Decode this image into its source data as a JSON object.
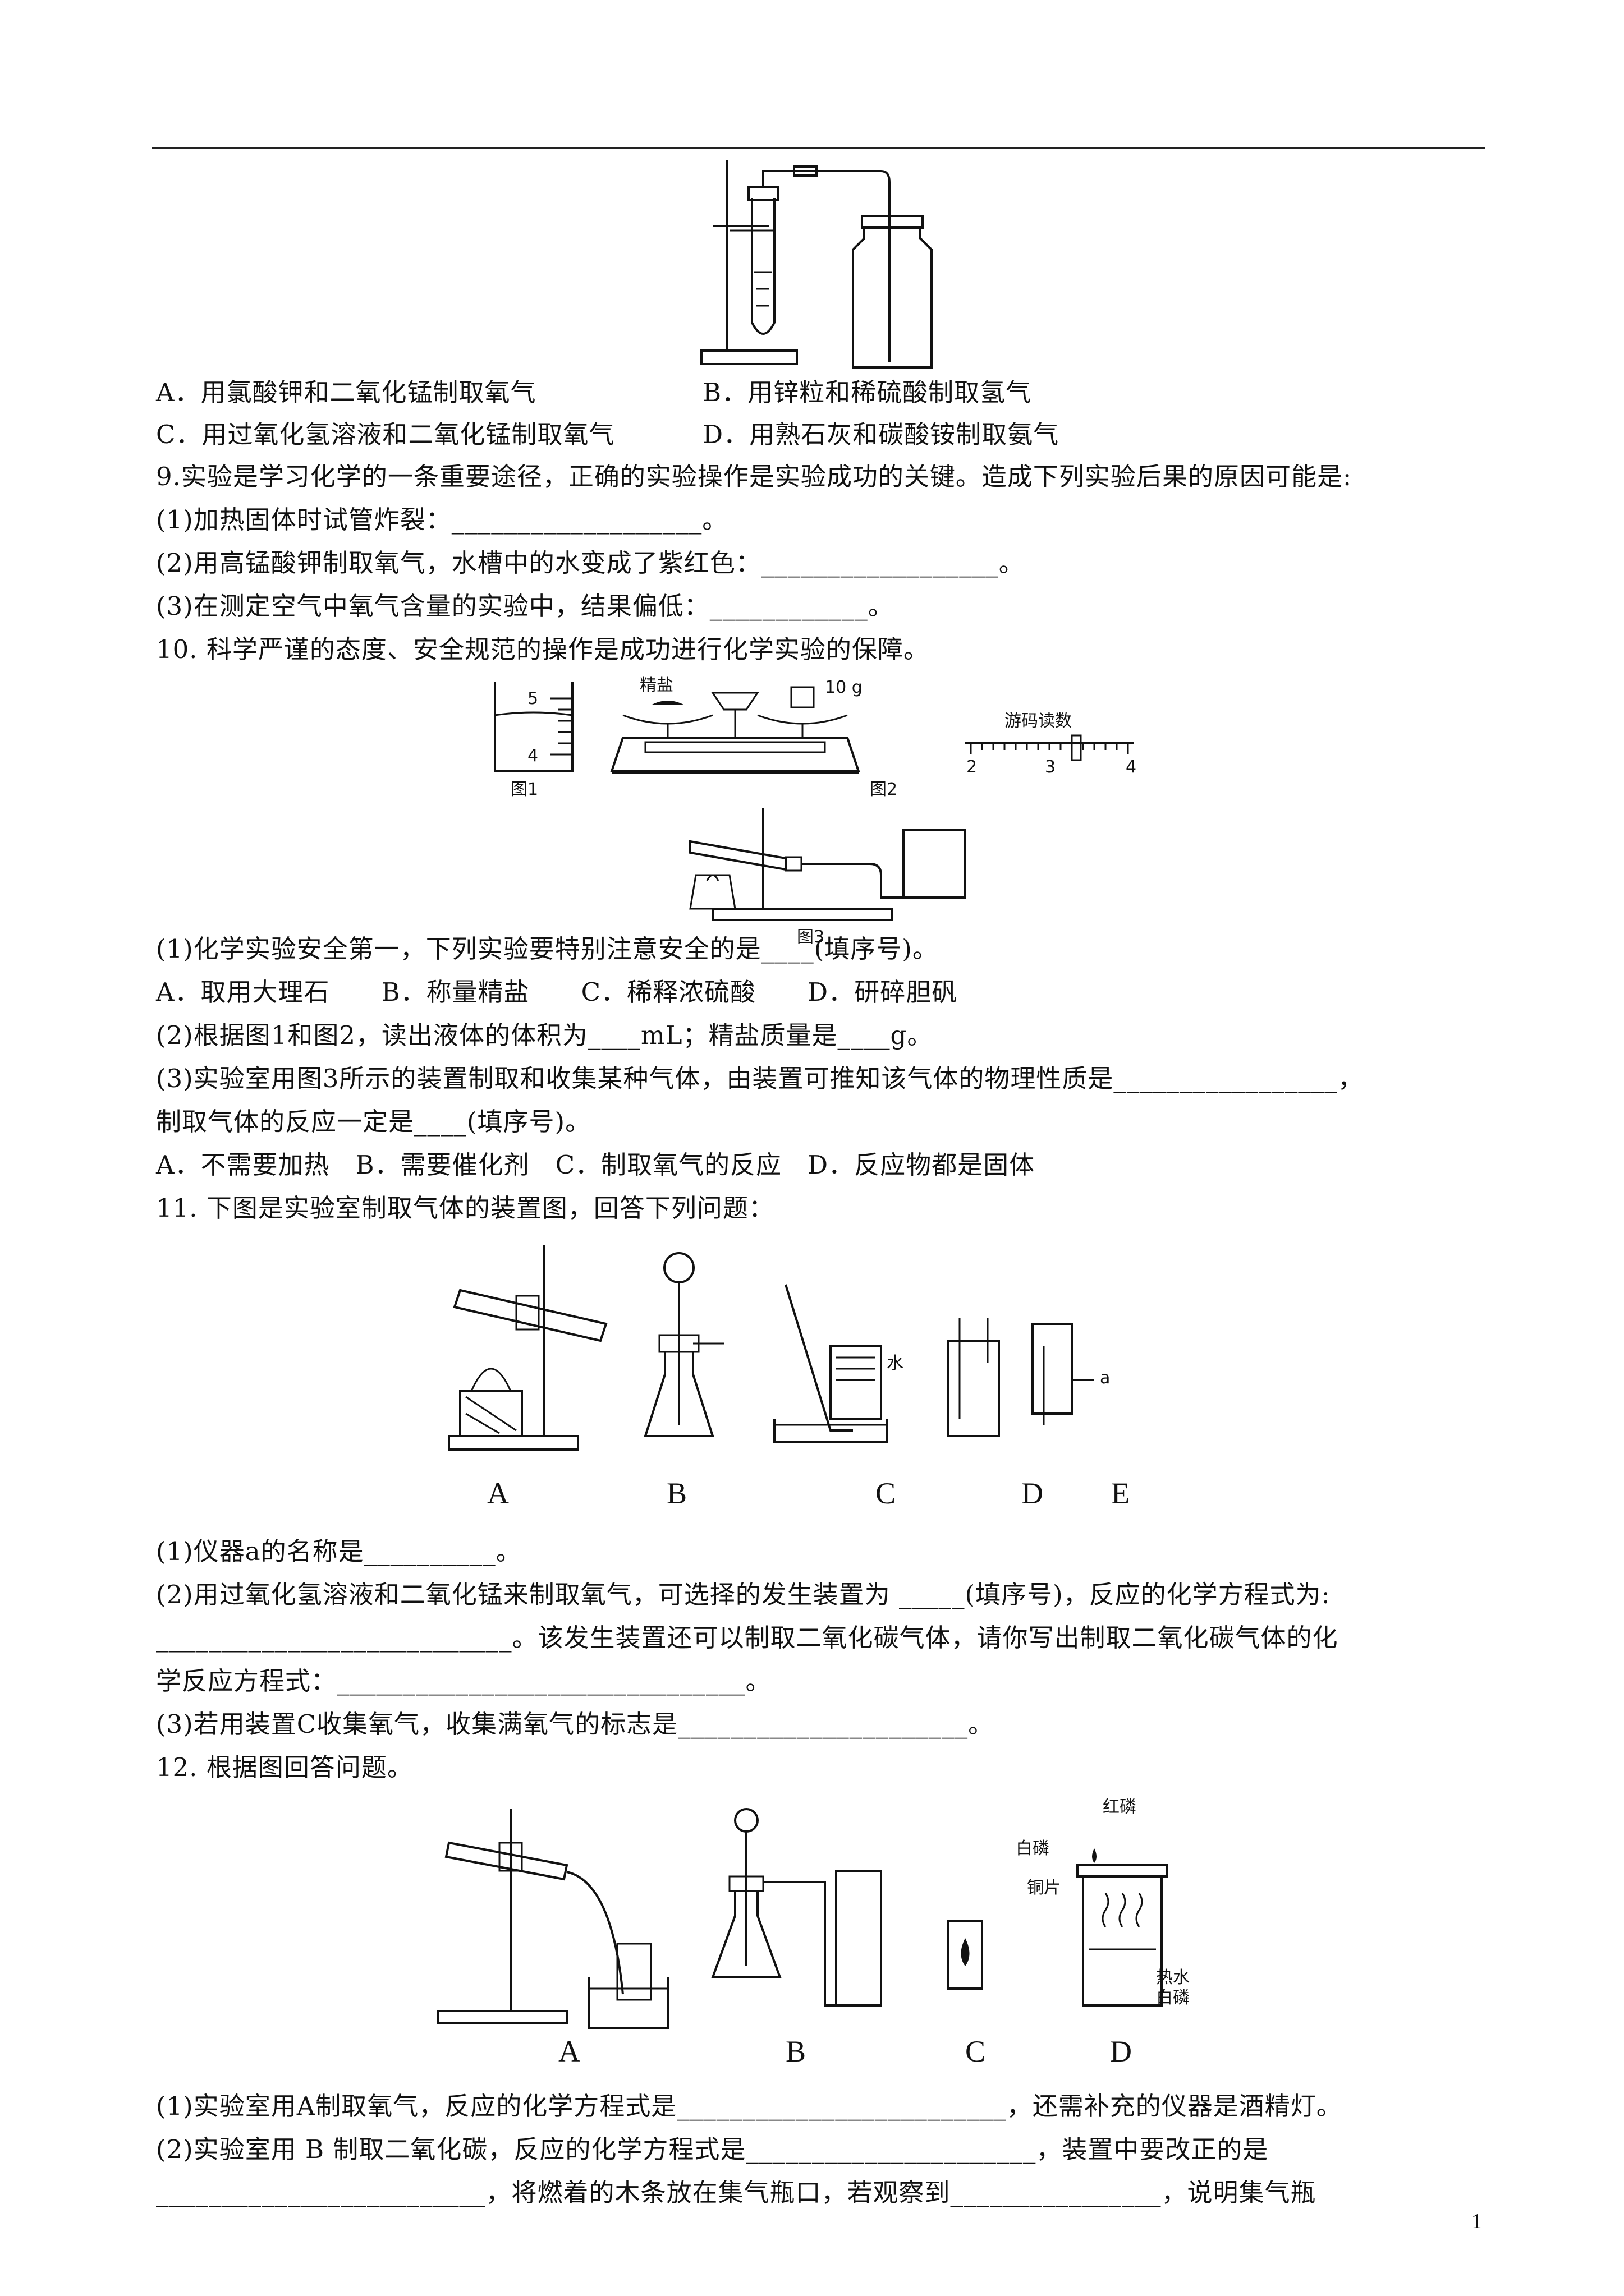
{
  "q8_options": {
    "a": "A．用氯酸钾和二氧化锰制取氧气",
    "b": "B．用锌粒和稀硫酸制取氢气",
    "c": "C．用过氧化氢溶液和二氧化锰制取氧气",
    "d": "D．用熟石灰和碳酸铵制取氨气"
  },
  "q9": {
    "stem": "9.实验是学习化学的一条重要途径，正确的实验操作是实验成功的关键。造成下列实验后果的原因可能是:",
    "s1": "(1)加热固体时试管炸裂：___________________。",
    "s2": "(2)用高锰酸钾制取氧气，水槽中的水变成了紫红色：__________________。",
    "s3": "(3)在测定空气中氧气含量的实验中，结果偏低：____________。"
  },
  "q10": {
    "stem": "10. 科学严谨的态度、安全规范的操作是成功进行化学实验的保障。",
    "fig": {
      "cyl_5": "5",
      "cyl_4": "4",
      "fig1": "图1",
      "salt": "精盐",
      "weight": "10 g",
      "fig2": "图2",
      "rider_title": "游码读数",
      "r2": "2",
      "r3": "3",
      "r4": "4",
      "fig3": "图3"
    },
    "s1": "(1)化学实验安全第一，下列实验要特别注意安全的是____(填序号)。",
    "s1_opts": "A．取用大理石　　B．称量精盐　　C．稀释浓硫酸　　D．研碎胆矾",
    "s2": "(2)根据图1和图2，读出液体的体积为____mL；精盐质量是____g。",
    "s3a": "(3)实验室用图3所示的装置制取和收集某种气体，由装置可推知该气体的物理性质是_________________，",
    "s3b": "制取气体的反应一定是____(填序号)。",
    "s3_opts": "A．不需要加热　B．需要催化剂　C．制取氧气的反应　D．反应物都是固体"
  },
  "q11": {
    "stem": "11. 下图是实验室制取气体的装置图，回答下列问题：",
    "fig": {
      "A": "A",
      "B": "B",
      "C": "C",
      "D": "D",
      "E": "E",
      "water": "水",
      "a": "a"
    },
    "s1": "(1)仪器a的名称是__________。",
    "s2a": "(2)用过氧化氢溶液和二氧化锰来制取氧气，可选择的发生装置为 _____(填序号)，反应的化学方程式为:",
    "s2b": "___________________________。该发生装置还可以制取二氧化碳气体，请你写出制取二氧化碳气体的化",
    "s2c": "学反应方程式：_______________________________。",
    "s3": "(3)若用装置C收集氧气，收集满氧气的标志是______________________。"
  },
  "q12": {
    "stem": "12. 根据图回答问题。",
    "fig": {
      "A": "A",
      "B": "B",
      "C": "C",
      "D": "D",
      "red_p": "红磷",
      "white_p": "白磷",
      "copper": "铜片",
      "hot_water": "热水",
      "white_p2": "白磷"
    },
    "s1": "(1)实验室用A制取氧气，反应的化学方程式是_________________________，还需补充的仪器是酒精灯。",
    "s2a": "(2)实验室用 B 制取二氧化碳，反应的化学方程式是______________________，装置中要改正的是",
    "s2b": "_________________________，将燃着的木条放在集气瓶口，若观察到________________，说明集气瓶"
  },
  "page_number": "1"
}
